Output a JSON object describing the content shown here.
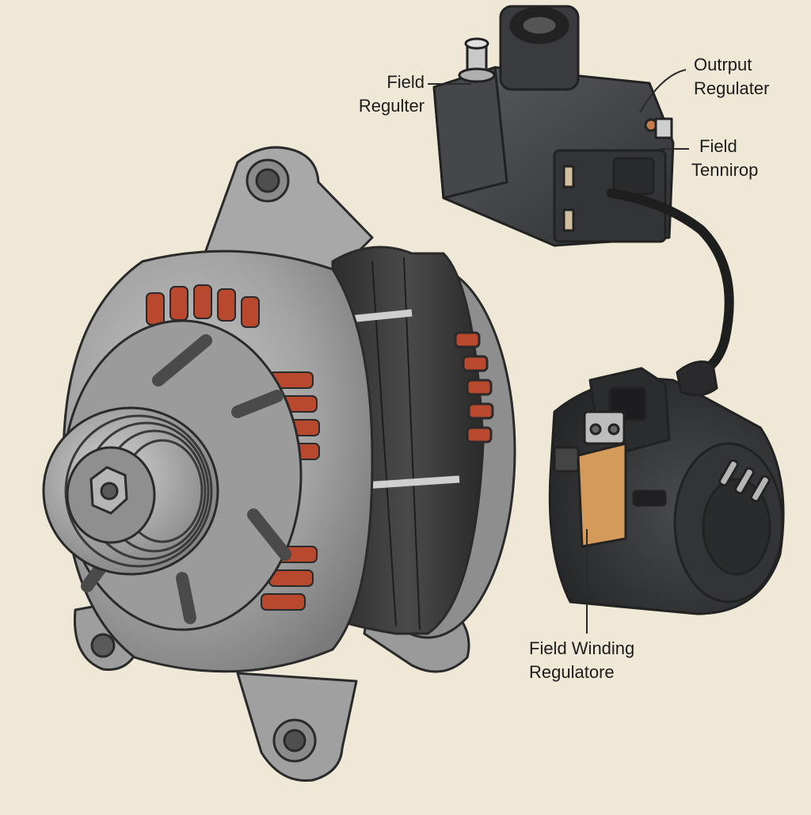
{
  "background": "#efe8d6",
  "colors": {
    "housing": "#a4a4a4",
    "housing_dark": "#6f6f6f",
    "stator_band": "#3c3c3c",
    "copper_winding": "#b8482e",
    "module_body": "#3f4042",
    "module_body_light": "#55575a",
    "copper_strap": "#d49a5a",
    "cable": "#1e1e1e",
    "line": "#2a2a2a"
  },
  "labels": {
    "field_regulter": {
      "line1": "Field",
      "line2": "Regulter"
    },
    "output_regulater": {
      "line1": "Outrput",
      "line2": "Regulater"
    },
    "field_tenniror": {
      "line1": "Field",
      "line2": "Tennirор"
    },
    "field_winding": {
      "line1": "Field Winding",
      "line2": "Regulatore"
    }
  }
}
